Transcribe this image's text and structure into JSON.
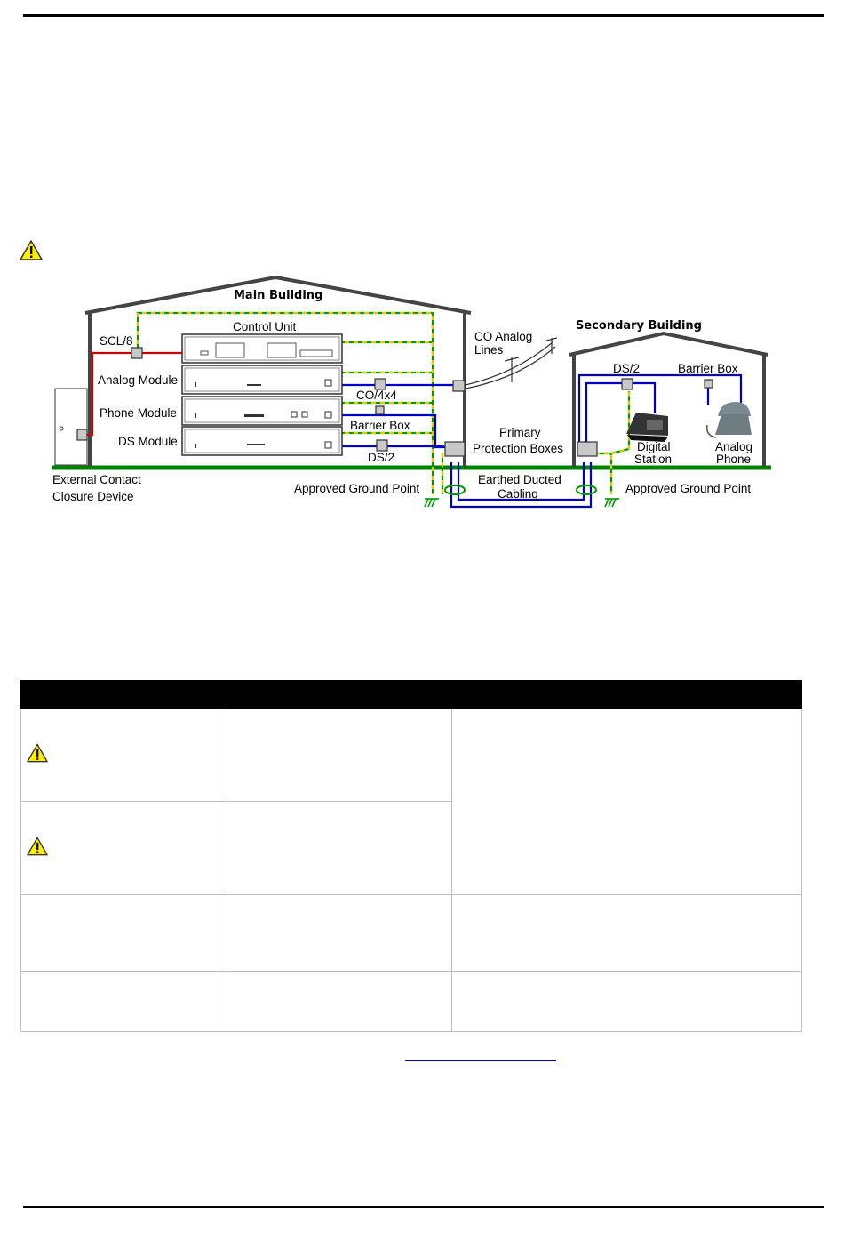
{
  "diagram": {
    "main_building": "Main Building",
    "secondary_building": "Secondary Building",
    "control_unit": "Control Unit",
    "scl8": "SCL/8",
    "analog_module": "Analog Module",
    "phone_module": "Phone Module",
    "ds_module": "DS Module",
    "co_analog_lines": [
      "CO Analog",
      "Lines"
    ],
    "co4x4": "CO/4x4",
    "barrier_box_main": "Barrier Box",
    "ds2_main": "DS/2",
    "primary_protection": [
      "Primary",
      "Protection Boxes"
    ],
    "external_contact": [
      "External Contact",
      "Closure Device"
    ],
    "approved_ground_left": "Approved Ground Point",
    "earthed_ducted": [
      "Earthed Ducted",
      "Cabling"
    ],
    "approved_ground_right": "Approved Ground Point",
    "ds2_secondary": "DS/2",
    "barrier_box_secondary": "Barrier Box",
    "digital_station": [
      "Digital",
      "Station"
    ],
    "analog_phone": [
      "Analog",
      "Phone"
    ]
  },
  "icons": {
    "warning": "warning-triangle-icon"
  },
  "colors": {
    "ground": "#008000",
    "extension": "#0000cc",
    "contact": "#cc0000",
    "earth_a": "#009900",
    "earth_b": "#e6c800"
  }
}
